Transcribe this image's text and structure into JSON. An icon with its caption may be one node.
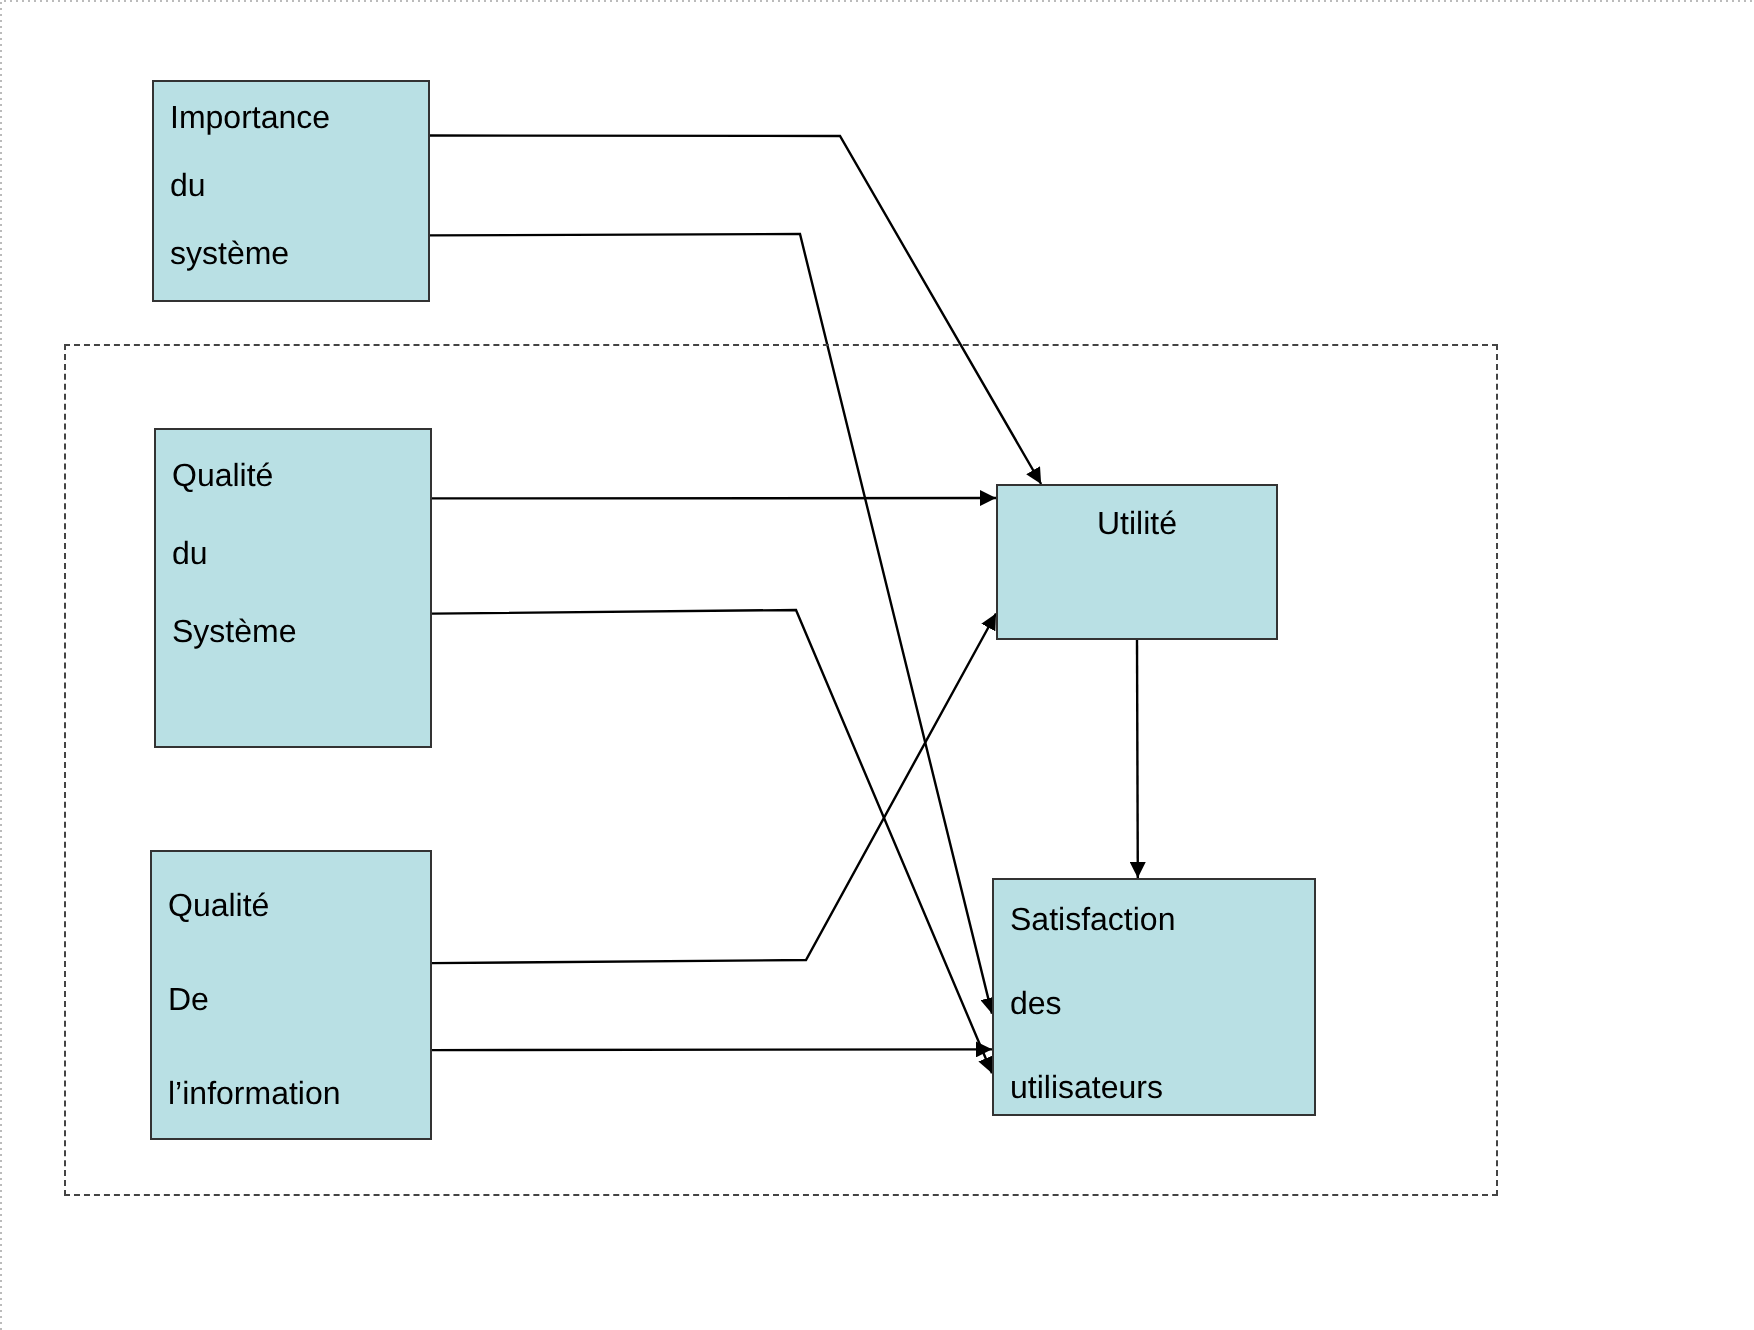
{
  "diagram": {
    "nodes": [
      {
        "text": [
          "Importance du système"
        ]
      },
      {
        "text": [],
        "shape": "box"
      },
      {
        "text": [
          "Qualité du Système"
        ],
        "in": 1
      },
      {
        "text": [
          "Qualité De l’information"
        ],
        "in": 1
      },
      {
        "text": [
          "Utilité"
        ],
        "in": 1
      },
      {
        "text": [
          "Satisfaction des utilisateurs"
        ],
        "in": 1
      }
    ],
    "edges": [
      {
        "from": 0,
        "to": 4,
        "arrow": "to"
      },
      {
        "from": 0,
        "to": 5,
        "arrow": "to"
      },
      {
        "from": 2,
        "to": 4,
        "arrow": "to"
      },
      {
        "from": 2,
        "to": 5,
        "arrow": "to"
      },
      {
        "from": 3,
        "to": 4,
        "arrow": "to"
      },
      {
        "from": 3,
        "to": 5,
        "arrow": "to"
      },
      {
        "from": 4,
        "to": 5,
        "arrow": "to"
      }
    ]
  }
}
